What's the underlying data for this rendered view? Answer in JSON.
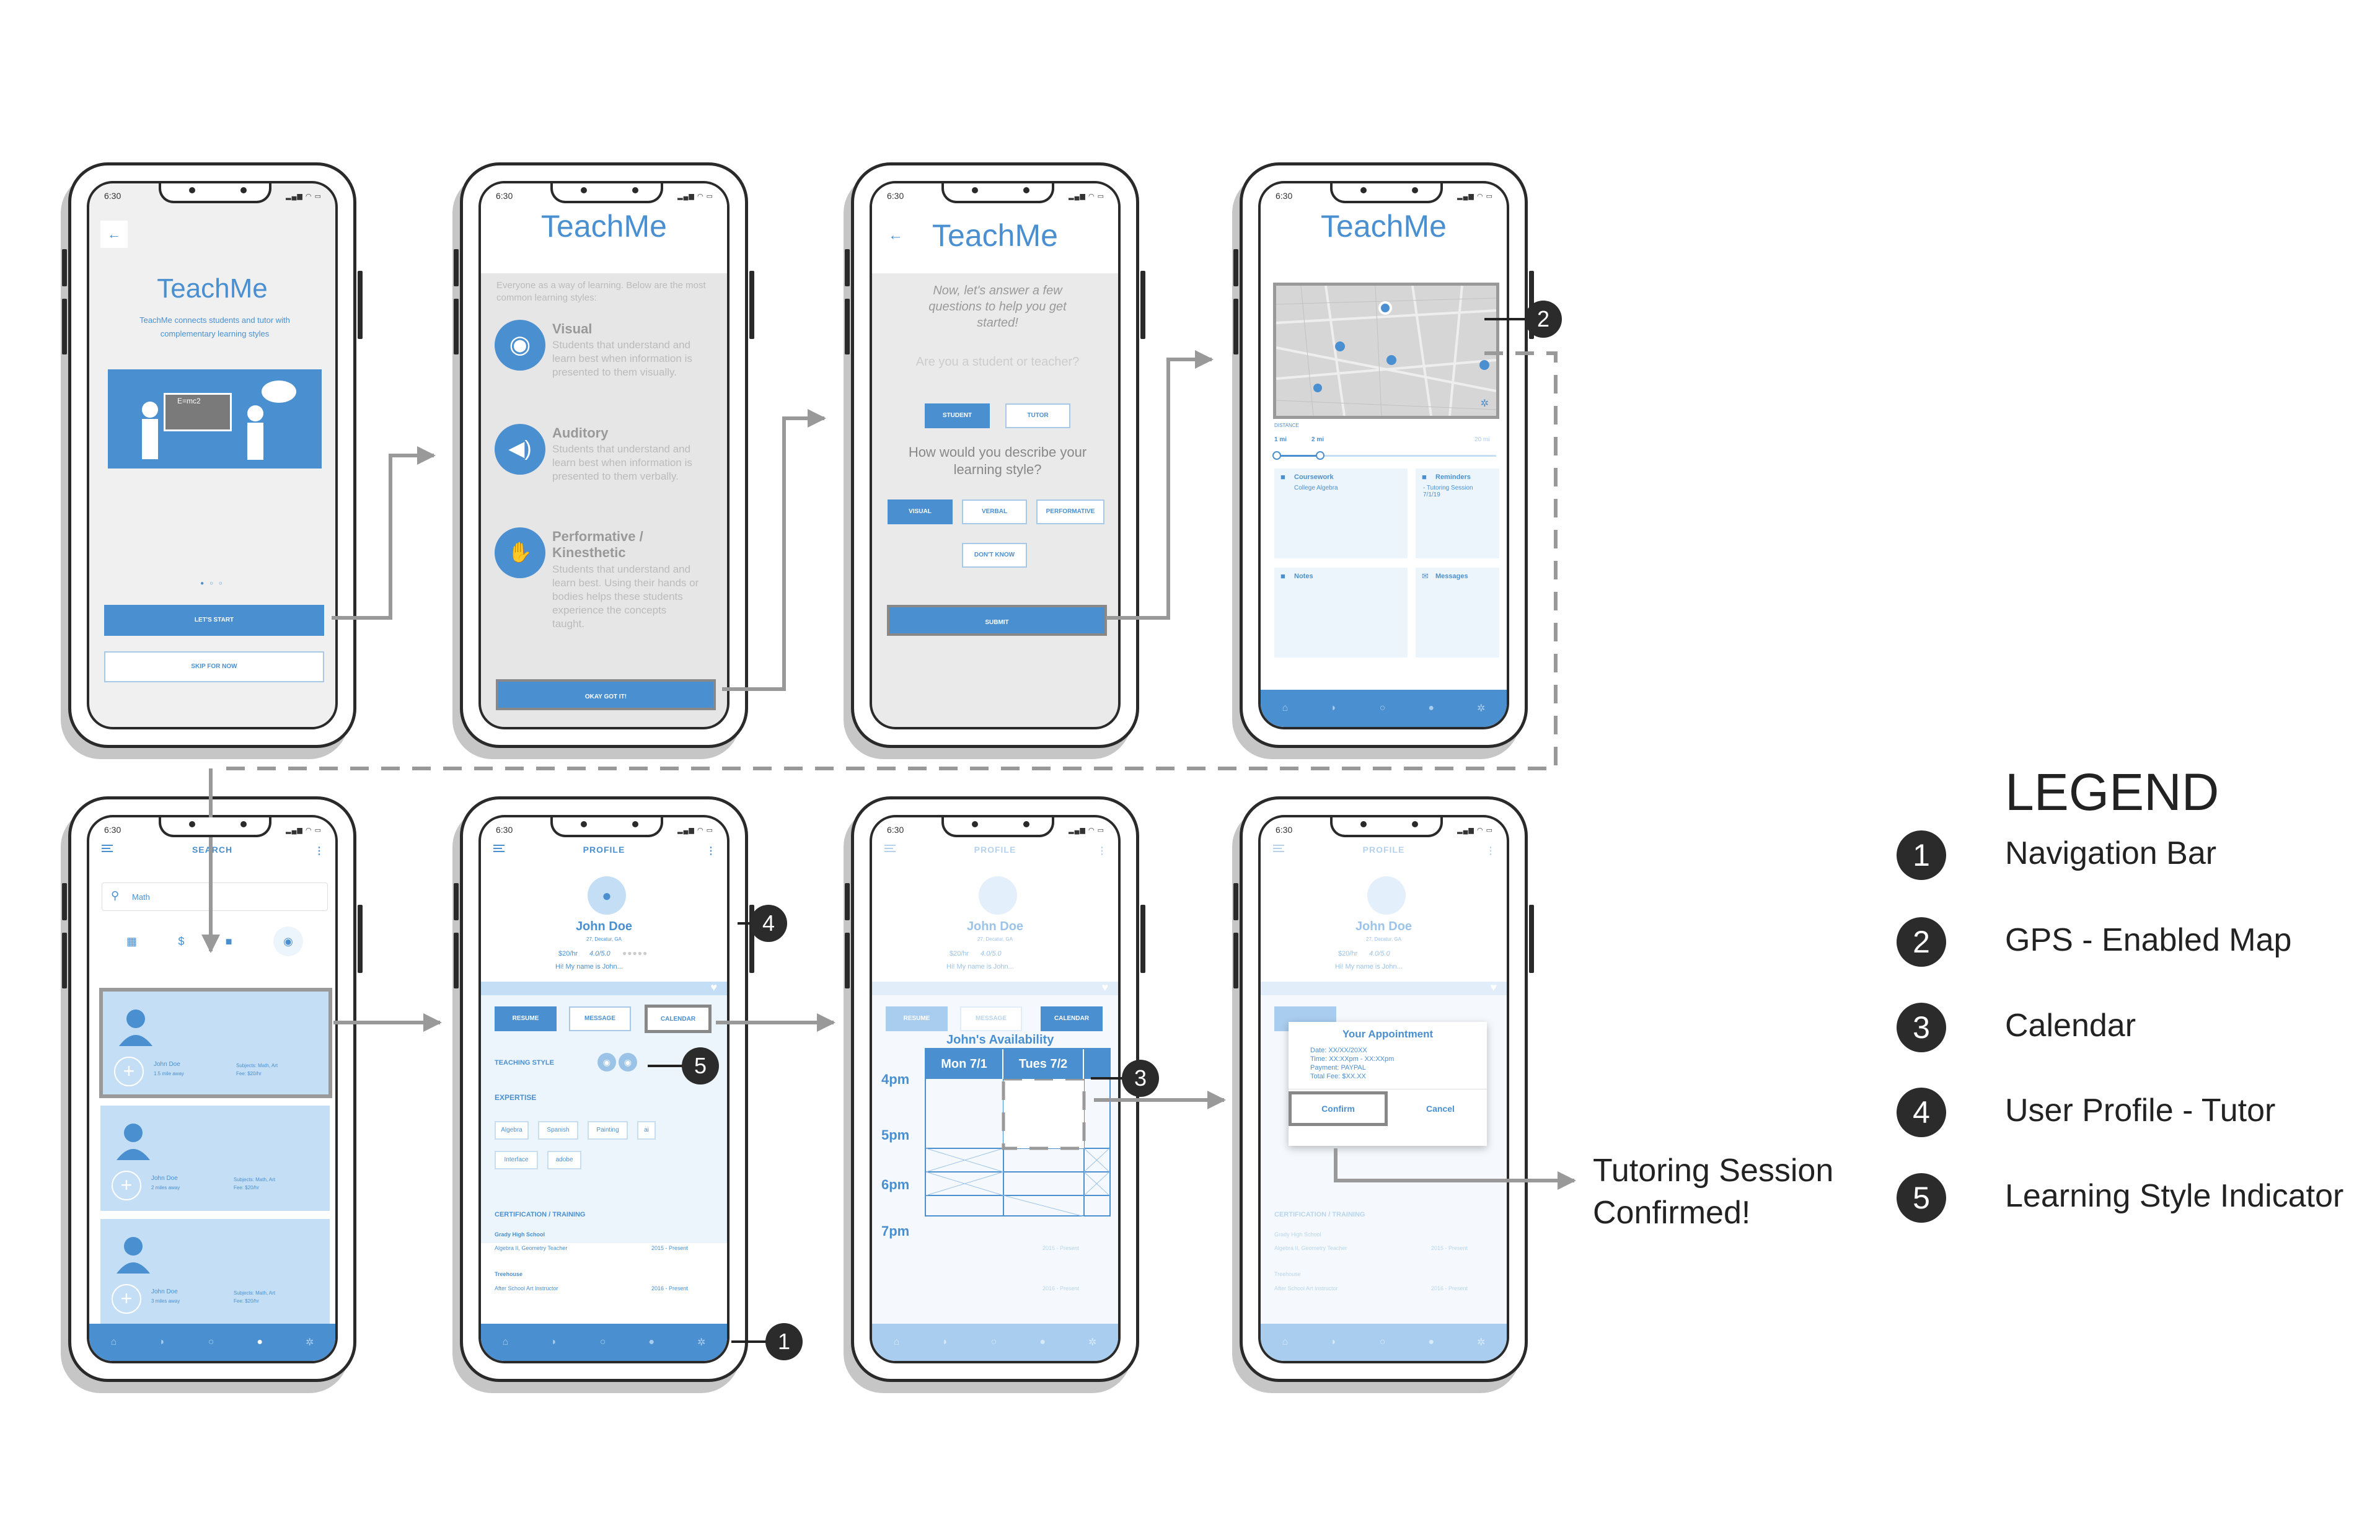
{
  "phone1": {
    "time": "6:30",
    "title": "TeachMe",
    "subtitle": "TeachMe connects students and tutor with complementary learning styles",
    "primary_button": "LET'S START",
    "secondary_button": "SKIP FOR NOW",
    "illustration_text": "E=mc2"
  },
  "phone2": {
    "time": "6:30",
    "title": "TeachMe",
    "intro": "Everyone as a way of learning. Below are the most common learning styles:",
    "styles": [
      {
        "name": "Visual",
        "desc": "Students that understand and learn best when information is presented to them visually."
      },
      {
        "name": "Auditory",
        "desc": "Students that understand and learn best when information is presented to them verbally."
      },
      {
        "name": "Performative / Kinesthetic",
        "desc": "Students that understand and learn best. Using their hands or bodies helps these students experience the concepts taught."
      }
    ],
    "button": "OKAY GOT IT!"
  },
  "phone3": {
    "time": "6:30",
    "title": "TeachMe",
    "prompt": "Now, let's answer a few questions to help you get started!",
    "q1": "Are you a student or teacher?",
    "q1_options": [
      "STUDENT",
      "TUTOR"
    ],
    "q2": "How would you describe your learning style?",
    "q2_options": [
      "VISUAL",
      "VERBAL",
      "PERFORMATIVE"
    ],
    "q2_extra": "DON'T KNOW",
    "button": "SUBMIT"
  },
  "phone4": {
    "time": "6:30",
    "title": "TeachMe",
    "distance_label": "DISTANCE",
    "slider_labels": [
      "1 mi",
      "2 mi",
      "20 mi"
    ],
    "cards": [
      {
        "title": "Coursework",
        "body": "College Algebra"
      },
      {
        "title": "Reminders",
        "body": "- Tutoring Session 7/1/19"
      },
      {
        "title": "Notes",
        "body": ""
      },
      {
        "title": "Messages",
        "body": ""
      }
    ]
  },
  "phone5": {
    "time": "6:30",
    "header": "SEARCH",
    "search_value": "Math",
    "results": [
      {
        "name": "John Doe",
        "distance": "1.5 mile away",
        "subjects": "Subjects: Math, Art",
        "fee": "Fee: $20/hr"
      },
      {
        "name": "John Doe",
        "distance": "2 miles away",
        "subjects": "Subjects: Math, Art",
        "fee": "Fee: $20/hr"
      },
      {
        "name": "John Doe",
        "distance": "3 miles away",
        "subjects": "Subjects: Math, Art",
        "fee": "Fee: $20/hr"
      }
    ]
  },
  "profile": {
    "time": "6:30",
    "header": "PROFILE",
    "name": "John Doe",
    "location": "27, Decatur, GA",
    "rate": "$20/hr",
    "rating": "4.0/5.0",
    "bio": "Hi! My name is John...",
    "tabs": [
      "RESUME",
      "MESSAGE",
      "CALENDAR"
    ],
    "teaching_style": "TEACHING STYLE",
    "expertise_title": "EXPERTISE",
    "expertise": [
      "Algebra",
      "Spanish",
      "Painting",
      "ai",
      "Interface",
      "adobe"
    ],
    "cert_title": "CERTIFICATION / TRAINING",
    "certs": [
      {
        "org": "Grady High School",
        "role": "Algebra II, Geometry Teacher",
        "dates": "2015 - Present"
      },
      {
        "org": "Treehouse",
        "role": "After School Art Instructor",
        "dates": "2016 - Present"
      }
    ]
  },
  "calendar": {
    "title": "John's Availability",
    "days": [
      "Mon 7/1",
      "Tues 7/2"
    ],
    "times": [
      "4pm",
      "5pm",
      "6pm",
      "7pm"
    ]
  },
  "appointment": {
    "title": "Your Appointment",
    "date": "Date: XX/XX/20XX",
    "time": "Time: XX:XXpm - XX:XXpm",
    "payment": "Payment: PAYPAL",
    "fee": "Total Fee: $XX.XX",
    "confirm": "Confirm",
    "cancel": "Cancel"
  },
  "outcome": "Tutoring Session Confirmed!",
  "legend": {
    "title": "LEGEND",
    "items": [
      {
        "num": "1",
        "label": "Navigation Bar"
      },
      {
        "num": "2",
        "label": "GPS - Enabled Map"
      },
      {
        "num": "3",
        "label": "Calendar"
      },
      {
        "num": "4",
        "label": "User Profile - Tutor"
      },
      {
        "num": "5",
        "label": "Learning Style Indicator"
      }
    ]
  },
  "nav_icons": [
    "home-icon",
    "bell-icon",
    "search-icon",
    "user-icon",
    "gear-icon"
  ],
  "colors": {
    "accent": "#4a8fd0",
    "light_accent": "#c4dff5",
    "callout": "#2b2b2b"
  }
}
